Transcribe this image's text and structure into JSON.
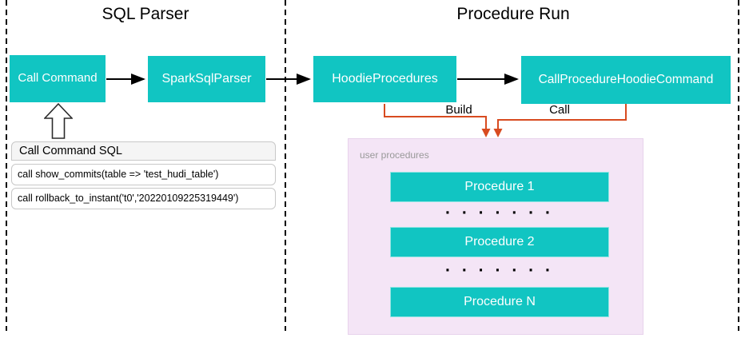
{
  "titles": {
    "left": "SQL Parser",
    "right": "Procedure Run"
  },
  "nodes": {
    "call_command": "Call Command",
    "spark_sql_parser": "SparkSqlParser",
    "hoodie_procedures": "HoodieProcedures",
    "call_procedure_hoodie_command": "CallProcedureHoodieCommand"
  },
  "edge_labels": {
    "build": "Build",
    "call": "Call"
  },
  "sql_panel": {
    "header": "Call Command SQL",
    "rows": [
      "call show_commits(table => 'test_hudi_table')",
      "call rollback_to_instant('t0','20220109225319449')"
    ]
  },
  "user_procedures": {
    "label": "user procedures",
    "items": [
      "Procedure 1",
      "Procedure 2",
      "Procedure N"
    ],
    "ellipsis": "· · · · · · ·"
  },
  "colors": {
    "teal": "#11C5C2",
    "pink_panel": "#F4E5F6",
    "connector_orange": "#D84B20",
    "dash": "#000000",
    "panel_header_bg": "#F5F5F5",
    "panel_border": "#C8C8C8",
    "muted_text": "#999999"
  }
}
